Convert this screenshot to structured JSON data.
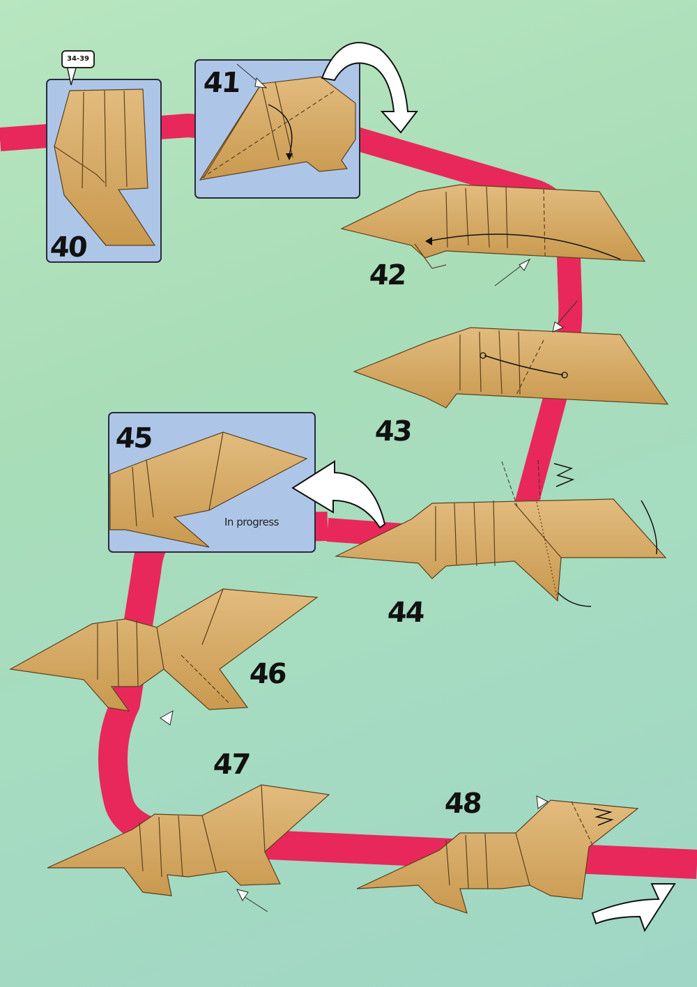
{
  "reference_tag": "34-39",
  "caption_in_progress": "In progress",
  "steps": [
    {
      "number": "40",
      "framed": true
    },
    {
      "number": "41",
      "framed": true
    },
    {
      "number": "42",
      "framed": false
    },
    {
      "number": "43",
      "framed": false
    },
    {
      "number": "44",
      "framed": false
    },
    {
      "number": "45",
      "framed": true
    },
    {
      "number": "46",
      "framed": false
    },
    {
      "number": "47",
      "framed": false
    },
    {
      "number": "48",
      "framed": false
    }
  ],
  "colors": {
    "background": "#a9ddb8",
    "path_ribbon": "#e8285a",
    "paper_face": "#d8ae6d",
    "paper_shade": "#c09150",
    "panel_fill": "#adc6e8",
    "panel_border": "#2a2a3a",
    "arrow_fill": "#ffffff"
  },
  "icons": [
    "push-arrow-icon",
    "turn-over-arrow-icon",
    "sink-zigzag-icon",
    "fold-arrow-icon"
  ]
}
